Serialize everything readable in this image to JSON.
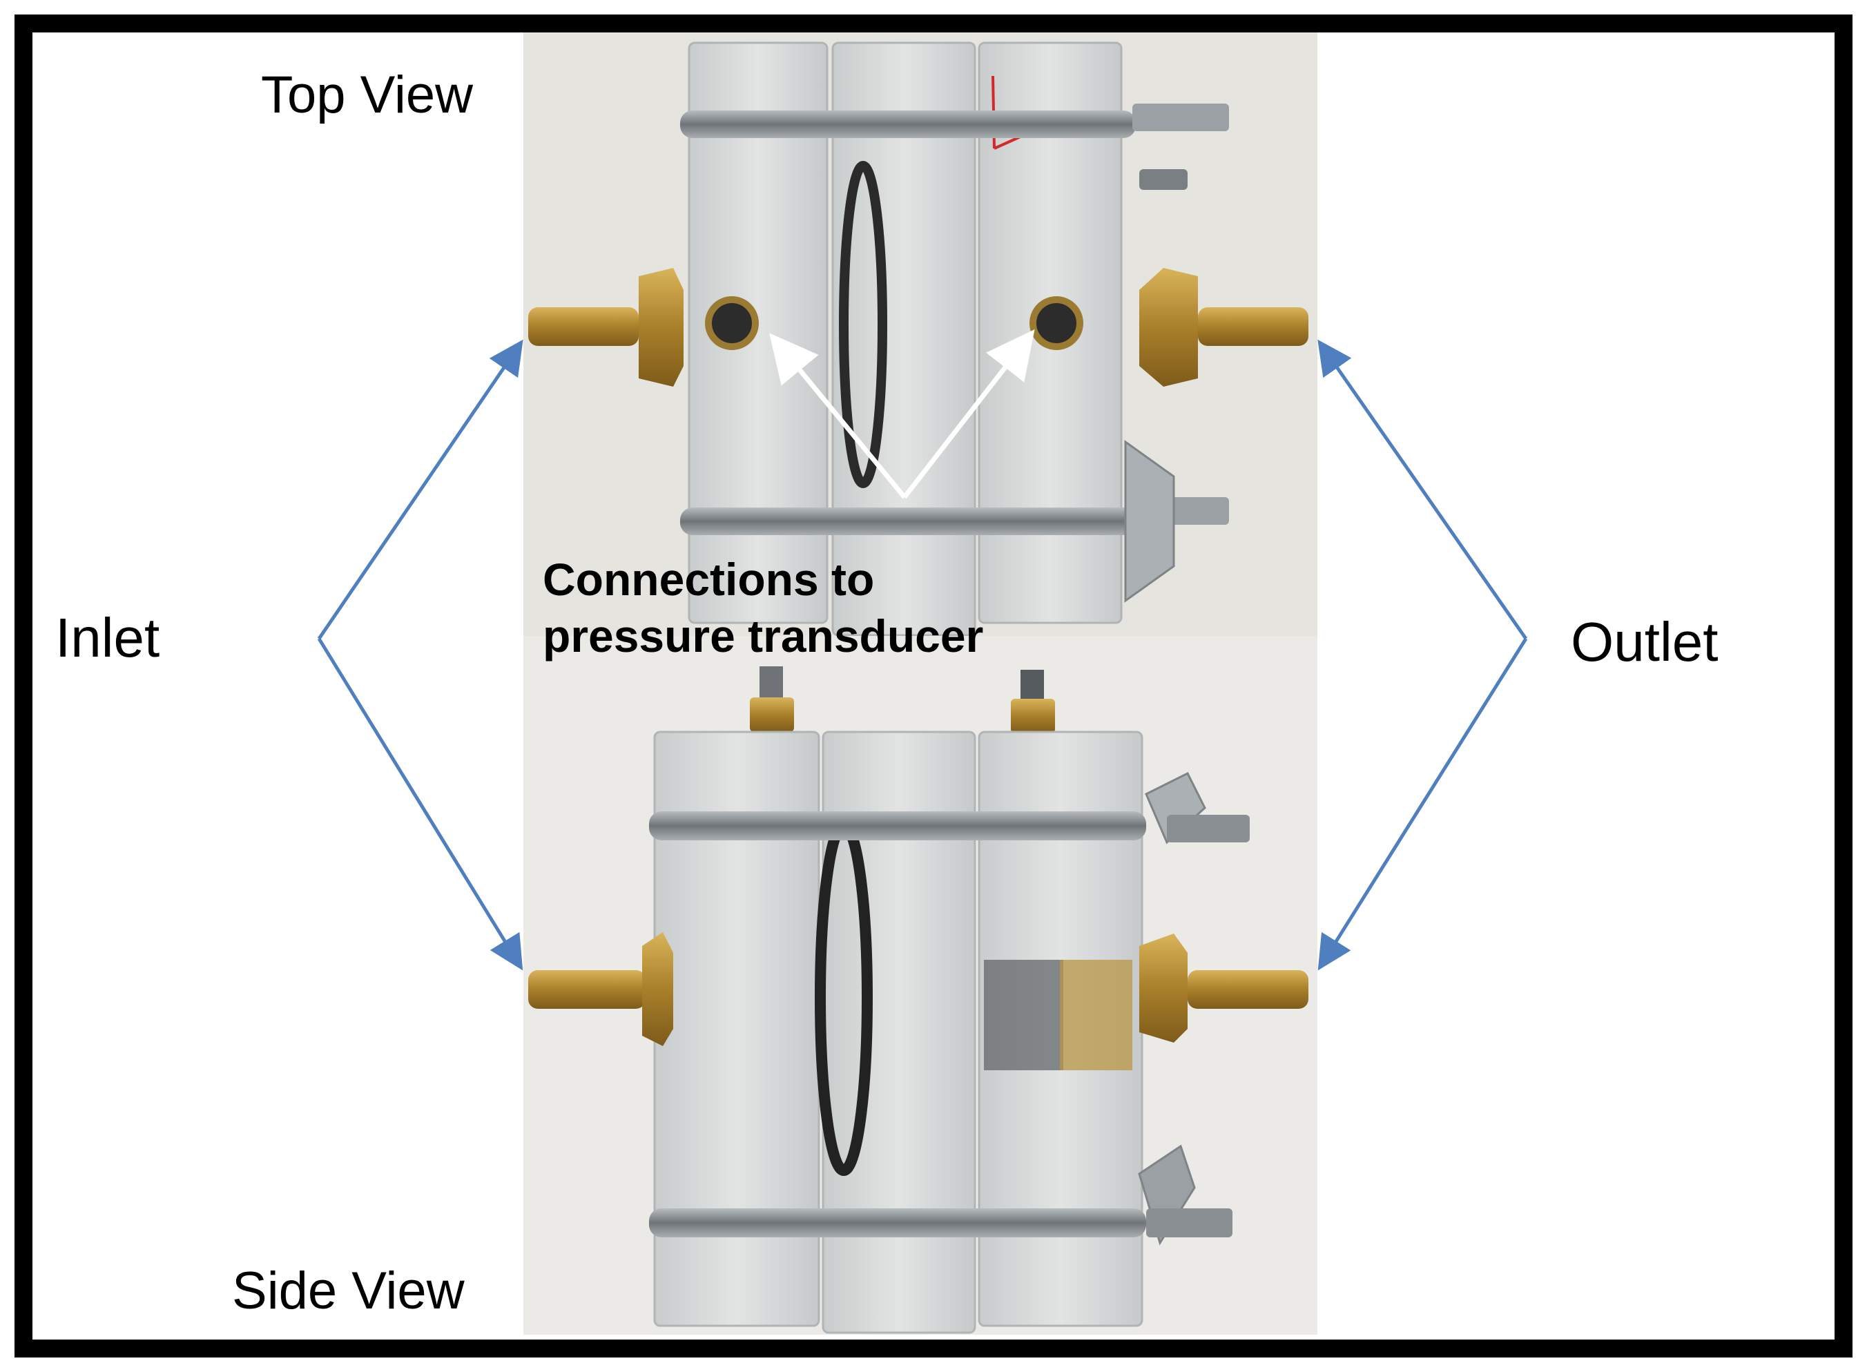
{
  "labels": {
    "top_view": "Top View",
    "side_view": "Side View",
    "inlet": "Inlet",
    "outlet": "Outlet",
    "callout_line1": "Connections to",
    "callout_line2": "pressure transducer"
  },
  "colors": {
    "border": "#000000",
    "arrow_blue": "#4f7fbf",
    "callout_arrow": "#ffffff",
    "photo_background": "#e6e4df",
    "acrylic": "#d2d4d3",
    "brass": "#b48c36",
    "steel": "#8a8f93"
  }
}
